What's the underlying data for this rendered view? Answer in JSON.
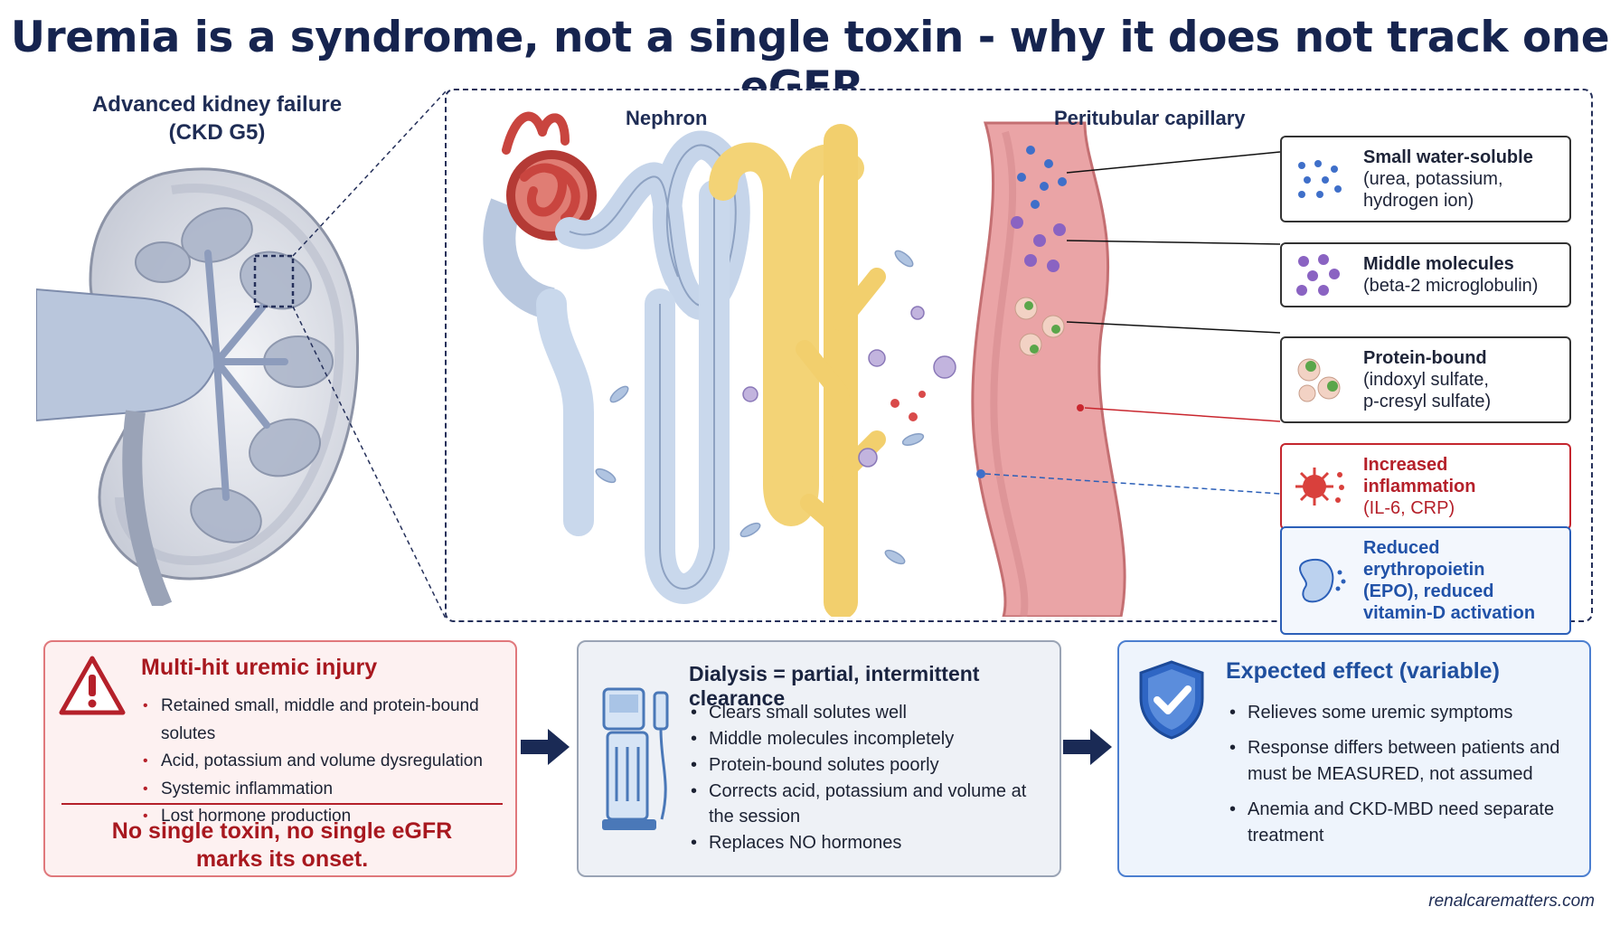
{
  "title": "Uremia is a syndrome, not a single toxin - why it does not track one eGFR.",
  "kidney": {
    "caption_line1": "Advanced kidney failure",
    "caption_line2": "(CKD G5)"
  },
  "detail": {
    "nephron_label": "Nephron",
    "capillary_label": "Peritubular capillary"
  },
  "callouts": [
    {
      "title": "Small water-soluble",
      "sub": [
        "(urea, potassium,",
        "hydrogen ion)"
      ],
      "icon": "small-solute-dots-icon"
    },
    {
      "title": "Middle molecules",
      "sub": [
        "(beta-2 microglobulin)"
      ],
      "icon": "middle-molecule-dots-icon"
    },
    {
      "title": "Protein-bound",
      "sub": [
        "(indoxyl sulfate,",
        "p-cresyl sulfate)"
      ],
      "icon": "protein-bound-icon"
    },
    {
      "title": "Increased inflammation",
      "sub": [
        "(IL-6, CRP)"
      ],
      "icon": "inflammation-virus-icon"
    },
    {
      "title": "Reduced erythropoietin",
      "sub": [
        "(EPO), reduced",
        "vitamin-D activation"
      ],
      "icon": "kidney-hormone-icon"
    }
  ],
  "injury_box": {
    "title": "Multi-hit uremic injury",
    "items": [
      "Retained small, middle and protein-bound solutes",
      "Acid, potassium and volume dysregulation",
      "Systemic inflammation",
      "Lost hormone production"
    ],
    "conclusion_line1": "No single toxin, no single eGFR",
    "conclusion_line2": "marks its onset."
  },
  "dialysis_box": {
    "title": "Dialysis = partial, intermittent clearance",
    "items": [
      "Clears small solutes well",
      "Middle molecules incompletely",
      "Protein-bound solutes poorly",
      "Corrects acid, potassium and volume at the session",
      "Replaces NO hormones"
    ]
  },
  "effect_box": {
    "title": "Expected effect (variable)",
    "items": [
      "Relieves some uremic symptoms",
      "Response differs between patients and must be MEASURED, not assumed",
      "Anemia and CKD-MBD need separate treatment"
    ]
  },
  "footer": "renalcarematters.com",
  "colors": {
    "navy": "#16244f",
    "red": "#b5202a",
    "blue": "#2152a8",
    "capillary": "#e9a6a8",
    "tubule_blue": "#c9d8ec",
    "tubule_yellow": "#f5d77a"
  }
}
